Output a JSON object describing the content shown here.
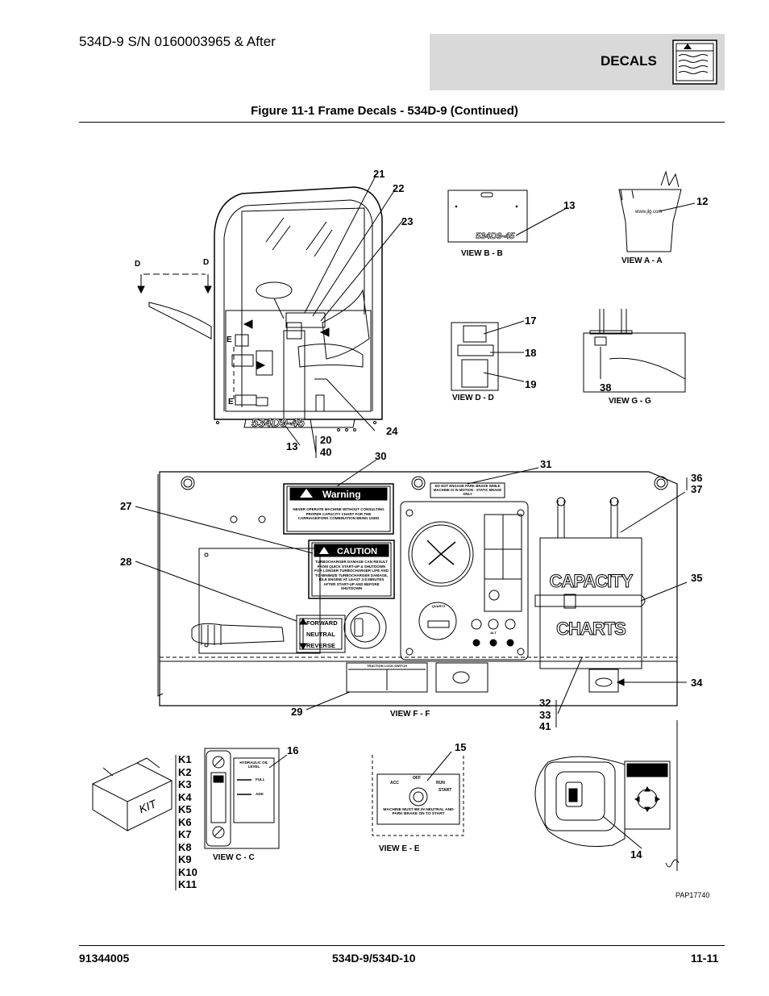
{
  "header": {
    "model": "534D-9 S/N 0160003965 & After",
    "section": "DECALS",
    "icon": "decal-sheet-icon"
  },
  "figure": {
    "title": "Figure 11-1 Frame Decals - 534D-9 (Continued)",
    "callouts": [
      "21",
      "22",
      "23",
      "13",
      "12",
      "17",
      "18",
      "19",
      "38",
      "24",
      "13",
      "20",
      "40",
      "30",
      "31",
      "36",
      "37",
      "27",
      "35",
      "28",
      "34",
      "29",
      "32",
      "33",
      "41",
      "16",
      "15",
      "14"
    ],
    "section_letters": [
      "D",
      "D",
      "E",
      "E"
    ],
    "views": [
      "VIEW B - B",
      "VIEW A - A",
      "VIEW D - D",
      "VIEW G - G",
      "VIEW F - F",
      "VIEW C - C",
      "VIEW E - E"
    ],
    "kits": [
      "K1",
      "K2",
      "K3",
      "K4",
      "K5",
      "K6",
      "K7",
      "K8",
      "K9",
      "K10",
      "K11"
    ],
    "kit_box_label": "KIT",
    "drawing_id": "PAP17740",
    "decal_text": {
      "model_decal": "534D9-45",
      "jlg_url": "www.jlg.com",
      "warning_title": "Warning",
      "warning_body": "NEVER OPERATE MACHINE WITHOUT CONSULTING PROPER CAPACITY CHART FOR THE CARRIAGE/FORK COMBINATION BEING USED",
      "caution_title": "CAUTION",
      "caution_body": "TURBOCHARGER DAMAGE CAN RESULT FROM QUICK START-UP & SHUTDOWN FOR LONGER TURBOCHARGER LIFE AND TO MINIMIZE TURBOCHARGER DAMAGE, IDLE ENGINE AT LEAST 3-5 MINUTES AFTER START-UP AND BEFORE SHUTDOWN",
      "park_brake": "DO NOT ENGAGE PARK BRAKE WHILE MACHINE IS IN MOTION - STATIC BRAKE ONLY",
      "forward": "FORWARD",
      "neutral": "NEUTRAL",
      "reverse": "REVERSE",
      "capacity": "CAPACITY",
      "charts": "CHARTS",
      "traction": "TRACTION LOCK SWITCH",
      "hydraulic": "HYDRAULIC OIL LEVEL",
      "full": "FULL",
      "add": "ADD",
      "ignition_off": "OFF",
      "ignition_acc": "ACC",
      "ignition_run": "RUN",
      "ignition_start": "START",
      "ignition_note": "MACHINE MUST BE IN NEUTRAL AND PARK BRAKE ON TO START",
      "quartz": "QUARTZ",
      "alt": "ALT"
    }
  },
  "footer": {
    "part_number": "91344005",
    "models": "534D-9/534D-10",
    "page": "11-11"
  }
}
